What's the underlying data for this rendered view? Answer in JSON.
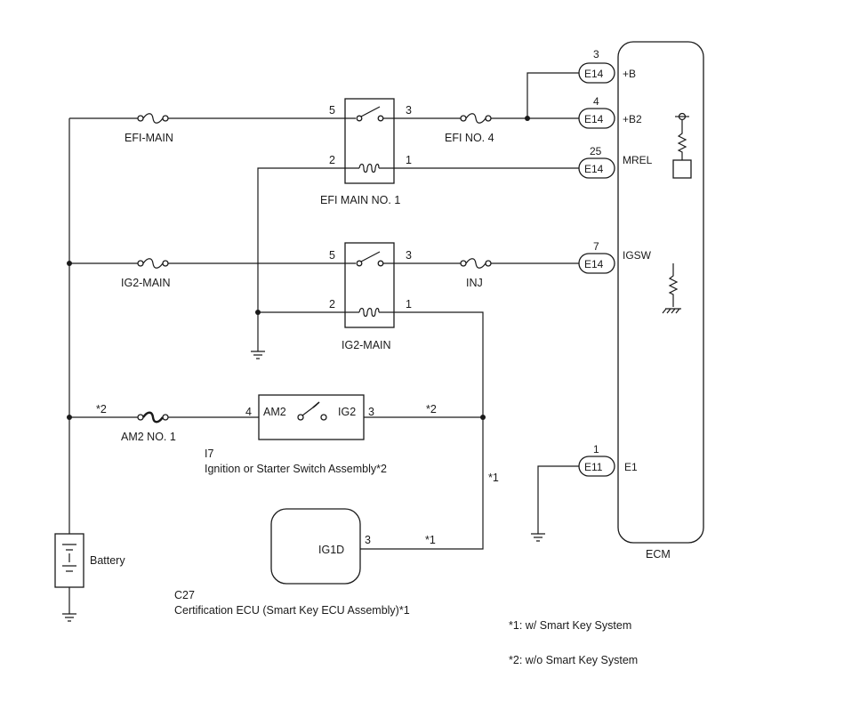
{
  "fuses": {
    "efi_main": "EFI-MAIN",
    "efi_no4": "EFI NO. 4",
    "ig2_main": "IG2-MAIN",
    "inj": "INJ",
    "am2_no1": "AM2 NO. 1"
  },
  "relays": {
    "efi_main_no1": {
      "name": "EFI MAIN NO. 1",
      "pin_in": "5",
      "pin_out": "3",
      "coil_a": "2",
      "coil_b": "1"
    },
    "ig2_main": {
      "name": "IG2-MAIN",
      "pin_in": "5",
      "pin_out": "3",
      "coil_a": "2",
      "coil_b": "1"
    }
  },
  "ignition_switch": {
    "code": "I7",
    "name": "Ignition or Starter Switch Assembly*2",
    "terminal_left": "AM2",
    "terminal_right": "IG2",
    "pin_left": "4",
    "pin_right": "3"
  },
  "certification_ecu": {
    "code": "C27",
    "name": "Certification ECU (Smart Key ECU Assembly)*1",
    "terminal": "IG1D",
    "pin": "3"
  },
  "ecm": {
    "name": "ECM",
    "pins": [
      {
        "pin": "3",
        "connector": "E14",
        "terminal": "+B"
      },
      {
        "pin": "4",
        "connector": "E14",
        "terminal": "+B2"
      },
      {
        "pin": "25",
        "connector": "E14",
        "terminal": "MREL"
      },
      {
        "pin": "7",
        "connector": "E14",
        "terminal": "IGSW"
      },
      {
        "pin": "1",
        "connector": "E11",
        "terminal": "E1"
      }
    ]
  },
  "battery": "Battery",
  "wire_marks": {
    "am2_left": "*2",
    "am2_right": "*2",
    "vertical_ig2": "*1",
    "ig1d_wire": "*1"
  },
  "notes": {
    "note1": "*1: w/ Smart Key System",
    "note2": "*2: w/o Smart Key System"
  }
}
